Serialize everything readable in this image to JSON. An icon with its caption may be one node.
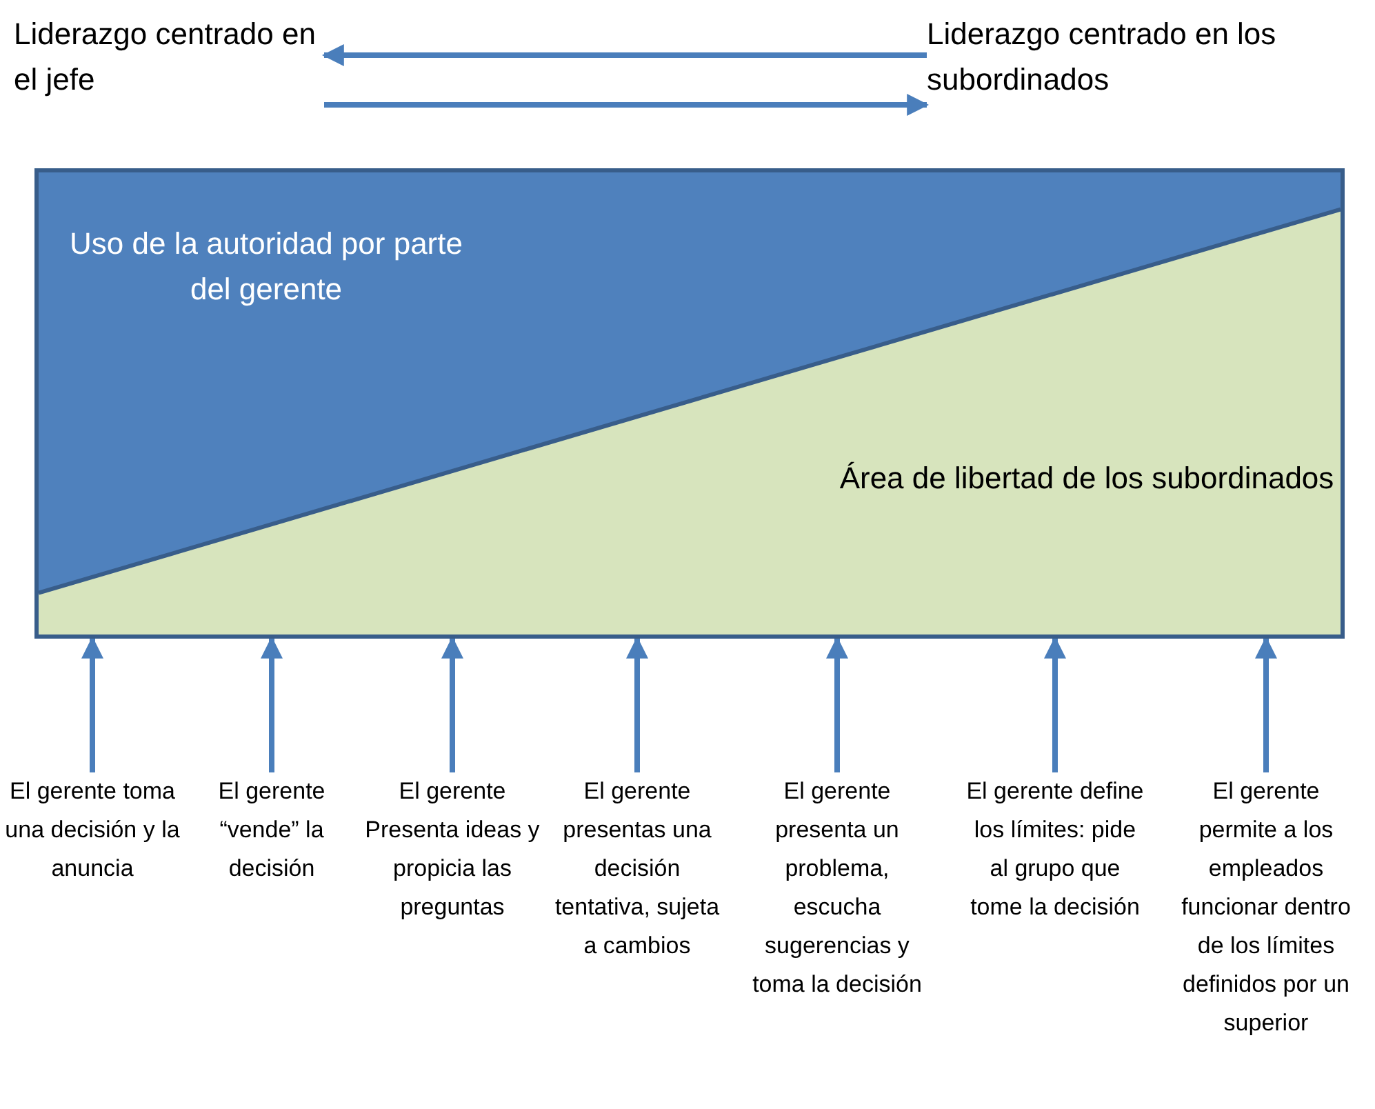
{
  "diagram": {
    "nodes": [
      {
        "text": [
          "Liderazgo centrado en el jefe"
        ]
      },
      {
        "text": [
          "Liderazgo centrado en los subordinados"
        ]
      },
      {
        "text": [],
        "shape": "box"
      },
      {
        "text": [
          "Uso de la autoridad por parte del gerente"
        ],
        "in": 2
      },
      {
        "text": [
          "Área de libertad de los subordinados"
        ],
        "in": 2
      },
      {
        "text": [
          "El gerente toma una decisión y la anuncia"
        ]
      },
      {
        "text": [
          "El gerente “vende” la decisión"
        ]
      },
      {
        "text": [
          "El gerente Presenta ideas y propicia las preguntas"
        ]
      },
      {
        "text": [
          "El gerente presentas una decisión tentativa, sujeta a cambios"
        ]
      },
      {
        "text": [
          "El gerente presenta un problema, escucha sugerencias y toma la decisión"
        ]
      },
      {
        "text": [
          "El gerente define los límites: pide al grupo que tome la decisión"
        ]
      },
      {
        "text": [
          "El gerente permite a los empleados funcionar dentro de los límites definidos por un superior"
        ]
      }
    ],
    "edges": [
      {
        "from": 1,
        "to": 0,
        "arrow": "to"
      },
      {
        "from": 0,
        "to": 1,
        "arrow": "to"
      },
      {
        "from": 5,
        "to": 2,
        "arrow": "to"
      },
      {
        "from": 6,
        "to": 2,
        "arrow": "to"
      },
      {
        "from": 7,
        "to": 2,
        "arrow": "to"
      },
      {
        "from": 8,
        "to": 2,
        "arrow": "to"
      },
      {
        "from": 9,
        "to": 2,
        "arrow": "to"
      },
      {
        "from": 10,
        "to": 2,
        "arrow": "to"
      },
      {
        "from": 11,
        "to": 2,
        "arrow": "to"
      }
    ]
  }
}
